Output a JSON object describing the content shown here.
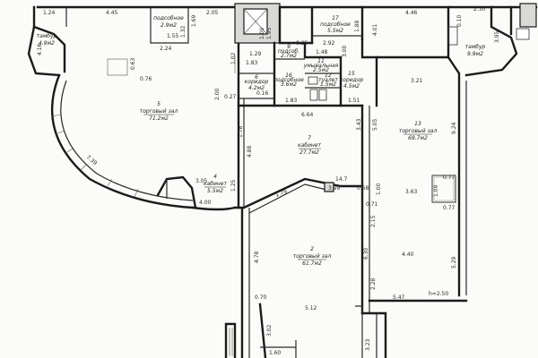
{
  "rooms": [
    {
      "id": "r5",
      "no": "5",
      "name": "торговый зал",
      "area": "71.2м2"
    },
    {
      "id": "r13",
      "no": "13",
      "name": "торговый зал",
      "area": "69.7м2"
    },
    {
      "id": "r7",
      "no": "7",
      "name": "кабинет",
      "area": "27.7м2"
    },
    {
      "id": "r2",
      "no": "2",
      "name": "торговый зал",
      "area": "61.7м2"
    },
    {
      "id": "r4",
      "no": "4",
      "name": "кабинет",
      "area": "5.5м2"
    },
    {
      "id": "r3a",
      "no": "",
      "name": "тамбур",
      "area": "4.9м2"
    },
    {
      "id": "r3b",
      "no": "",
      "name": "тамбур",
      "area": "9.9м2"
    },
    {
      "id": "r17",
      "no": "17",
      "name": "подсобное",
      "area": "5.5м2"
    },
    {
      "id": "rps",
      "no": "",
      "name": "подсобное",
      "area": "2.9м2"
    },
    {
      "id": "r9",
      "no": "9",
      "name": "подсоб.",
      "area": "2.7м2"
    },
    {
      "id": "r16",
      "no": "16",
      "name": "подсобное",
      "area": "3.6м2"
    },
    {
      "id": "r6",
      "no": "6",
      "name": "коридор",
      "area": "4.2м2"
    },
    {
      "id": "r15",
      "no": "15",
      "name": "коридор",
      "area": "4.5м2"
    },
    {
      "id": "r11",
      "no": "11",
      "name": "умывальная",
      "area": "2.5м2"
    },
    {
      "id": "r12",
      "no": "12",
      "name": "туалет",
      "area": "1.5м2"
    }
  ],
  "dimensions": [
    "1.24",
    "4.45",
    "2.05",
    "1.69",
    "1.32",
    "1.55",
    "2.24",
    "4.46",
    "2.30",
    "0.10",
    "3.95",
    "1.88",
    "2.92",
    "0.25",
    "1.95",
    "4.01",
    "1.29",
    "1.83",
    "3.00",
    "1.48",
    "1.02",
    "1.51",
    "0.63",
    "0.76",
    "3.21",
    "0.27",
    "0.16",
    "1.83",
    "6.64",
    "1.78",
    "4.88",
    "3.43",
    "5.05",
    "9.24",
    "7.39",
    "3.05",
    "1.25",
    "4.00",
    "1.79",
    "14.7",
    "3.99",
    "0.58",
    "1.00",
    "0.71",
    "3.63",
    "1.09",
    "0.77",
    "0.77",
    "2.15",
    "4.78",
    "6.30",
    "4.40",
    "5.29",
    "2.28",
    "5.47",
    "0.70",
    "5.12",
    "3.02",
    "1.60",
    "3.23",
    "4.16",
    "1.00",
    "2.00"
  ],
  "ceiling_height": "h=2.50"
}
